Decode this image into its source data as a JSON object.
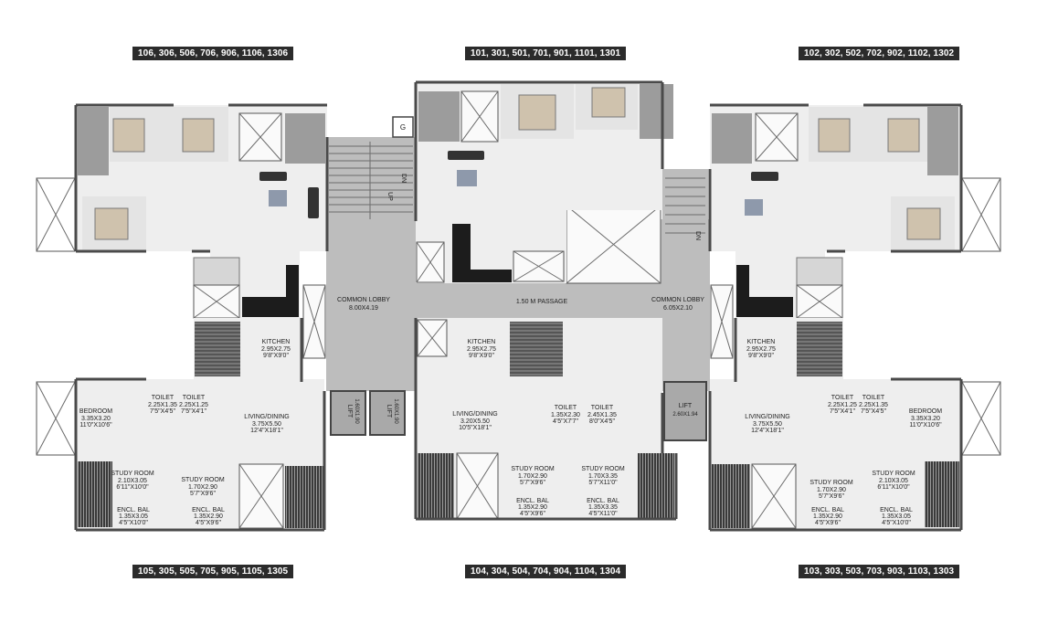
{
  "unit_tags": {
    "top_left": "106, 306, 506, 706, 906, 1106, 1306",
    "top_center": "101, 301, 501, 701, 901, 1101, 1301",
    "top_right": "102, 302, 502, 702, 902, 1102, 1302",
    "bottom_left": "105, 305, 505, 705, 905, 1105, 1305",
    "bottom_center": "104, 304, 504, 704, 904, 1104, 1304",
    "bottom_right": "103, 303, 503, 703, 903, 1103, 1303"
  },
  "core": {
    "common_lobby_left": "COMMON LOBBY",
    "common_lobby_left_size": "8.00X4.19",
    "passage": "1.50 M PASSAGE",
    "common_lobby_right": "COMMON LOBBY",
    "common_lobby_right_size": "6.05X2.10",
    "lift": "LIFT",
    "lift_size": "1.60X1.90",
    "lift_right_size": "2.60X1.94",
    "stair_up": "UP",
    "stair_dn": "DN",
    "g_mark": "G"
  },
  "bottom_left_unit": {
    "kitchen": "KITCHEN",
    "kitchen_size": "2.95X2.75",
    "kitchen_imp": "9'8\"X9'0\"",
    "bedroom": "BEDROOM",
    "bedroom_size": "3.35X3.20",
    "bedroom_imp": "11'0\"X10'6\"",
    "toilet1": "TOILET",
    "toilet1_size": "2.25X1.35",
    "toilet1_imp": "7'5\"X4'5\"",
    "toilet2": "TOILET",
    "toilet2_size": "2.25X1.25",
    "toilet2_imp": "7'5\"X4'1\"",
    "living": "LIVING/DINING",
    "living_size": "3.75X5.50",
    "living_imp": "12'4\"X18'1\"",
    "study1": "STUDY ROOM",
    "study1_size": "2.10X3.05",
    "study1_imp": "6'11\"X10'0\"",
    "study2": "STUDY ROOM",
    "study2_size": "1.70X2.90",
    "study2_imp": "5'7\"X9'6\"",
    "encl1": "ENCL. BAL",
    "encl1_size": "1.35X3.05",
    "encl1_imp": "4'5\"X10'0\"",
    "encl2": "ENCL. BAL",
    "encl2_size": "1.35X2.90",
    "encl2_imp": "4'5\"X9'6\""
  },
  "bottom_center_unit": {
    "kitchen": "KITCHEN",
    "kitchen_size": "2.95X2.75",
    "kitchen_imp": "9'8\"X9'0\"",
    "living": "LIVING/DINING",
    "living_size": "3.20X5.50",
    "living_imp": "10'5\"X18'1\"",
    "toilet1": "TOILET",
    "toilet1_size": "1.35X2.30",
    "toilet1_imp": "4'5\"X7'7\"",
    "toilet2": "TOILET",
    "toilet2_size": "2.45X1.35",
    "toilet2_imp": "8'0\"X4'5\"",
    "study1": "STUDY ROOM",
    "study1_size": "1.70X2.90",
    "study1_imp": "5'7\"X9'6\"",
    "study2": "STUDY ROOM",
    "study2_size": "1.70X3.35",
    "study2_imp": "5'7\"X11'0\"",
    "encl1": "ENCL. BAL",
    "encl1_size": "1.35X2.90",
    "encl1_imp": "4'5\"X9'6\"",
    "encl2": "ENCL. BAL",
    "encl2_size": "1.35X3.35",
    "encl2_imp": "4'5\"X11'0\""
  },
  "bottom_right_unit": {
    "kitchen": "KITCHEN",
    "kitchen_size": "2.95X2.75",
    "kitchen_imp": "9'8\"X9'0\"",
    "living": "LIVING/DINING",
    "living_size": "3.75X5.50",
    "living_imp": "12'4\"X18'1\"",
    "toilet1": "TOILET",
    "toilet1_size": "2.25X1.25",
    "toilet1_imp": "7'5\"X4'1\"",
    "toilet2": "TOILET",
    "toilet2_size": "2.25X1.35",
    "toilet2_imp": "7'5\"X4'5\"",
    "bedroom": "BEDROOM",
    "bedroom_size": "3.35X3.20",
    "bedroom_imp": "11'0\"X10'6\"",
    "study1": "STUDY ROOM",
    "study1_size": "1.70X2.90",
    "study1_imp": "5'7\"X9'6\"",
    "study2": "STUDY ROOM",
    "study2_size": "2.10X3.05",
    "study2_imp": "6'11\"X10'0\"",
    "encl1": "ENCL. BAL",
    "encl1_size": "1.35X2.90",
    "encl1_imp": "4'5\"X9'6\"",
    "encl2": "ENCL. BAL",
    "encl2_size": "1.35X3.05",
    "encl2_imp": "4'5\"X10'0\""
  },
  "colors": {
    "tag_bg": "#2b2b2b",
    "floor": "#eeeeee",
    "common_area": "#bdbdbd",
    "balcony": "#9c9c9c",
    "wall": "#4a4a4a"
  }
}
